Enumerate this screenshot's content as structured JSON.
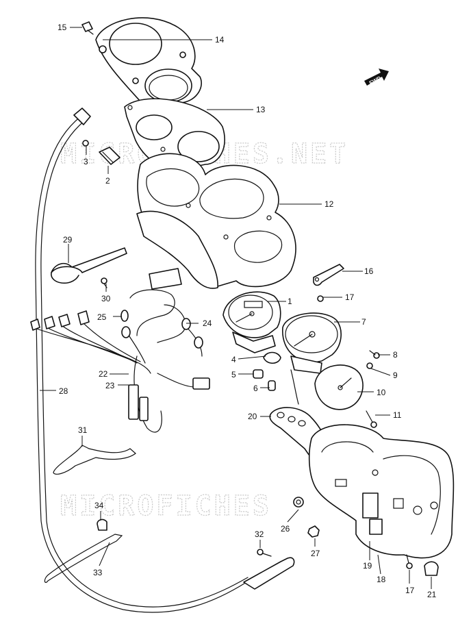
{
  "watermark": {
    "text": "MICROFICHES.NET",
    "text_partial": "MICROFICHES"
  },
  "direction": {
    "label": "FWD",
    "icon": "forward-arrow-icon"
  },
  "parts": {
    "p1": "1",
    "p2": "2",
    "p3": "3",
    "p4": "4",
    "p5": "5",
    "p6": "6",
    "p7": "7",
    "p8": "8",
    "p9": "9",
    "p10": "10",
    "p11": "11",
    "p12": "12",
    "p13": "13",
    "p14": "14",
    "p15": "15",
    "p16": "16",
    "p17": "17",
    "p17b": "17",
    "p18": "18",
    "p19": "19",
    "p20": "20",
    "p21": "21",
    "p22": "22",
    "p23": "23",
    "p24": "24",
    "p25": "25",
    "p26": "26",
    "p27": "27",
    "p28": "28",
    "p29": "29",
    "p30": "30",
    "p31": "31",
    "p32": "32",
    "p33": "33",
    "p34": "34"
  }
}
